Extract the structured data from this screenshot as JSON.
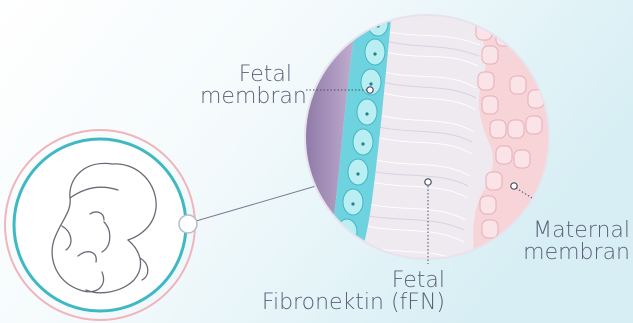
{
  "labels": {
    "fetal_membrane": [
      "Fetal",
      "membran"
    ],
    "maternal_membrane": [
      "Maternal",
      "membran"
    ],
    "fetal_fibronectin": [
      "Fetal",
      "Fibronektin (fFN)"
    ]
  },
  "colors": {
    "background_left": "#ffffff",
    "background_right": "#dcf0f5",
    "label_text": "#5b5f79",
    "leader_line": "#4a4e63",
    "cyan_layer": "#6fd3df",
    "cyan_cell": "#b9eef2",
    "purple_layer": "#9b85b1",
    "fiber_bg": "#efe9f0",
    "pink_tissue": "#f6d4d8",
    "pink_cell": "#fbe4e7",
    "pink_outline": "#e8aeb6",
    "ring_teal": "#3fb8c4",
    "ring_pink": "#f0b4bc",
    "fetus_line": "#6b6b78"
  },
  "icons": [
    "fetus-illustration",
    "magnifier-circle",
    "membrane-cross-section"
  ]
}
